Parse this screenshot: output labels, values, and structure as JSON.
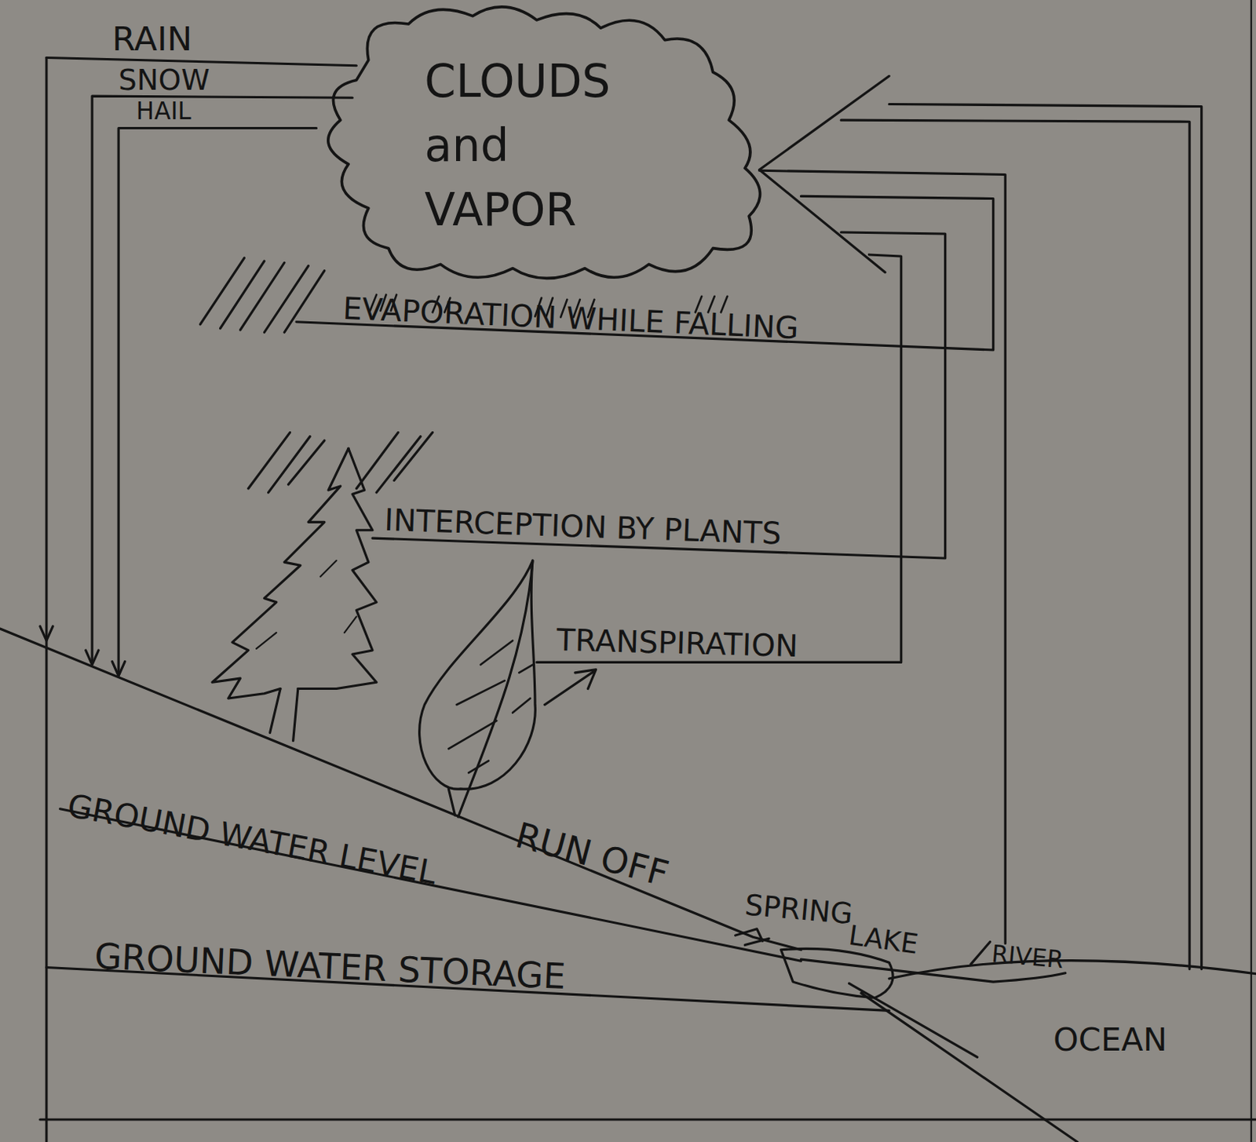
{
  "diagram": {
    "nodes": [
      {
        "text": [
          "CLOUDS and VAPOR"
        ]
      }
    ],
    "labels": [
      "RAIN",
      "SNOW",
      "HAIL",
      "EVAPORATION WHILE FALLING",
      "INTERCEPTION BY PLANTS",
      "TRANSPIRATION",
      "GROUND WATER LEVEL",
      "RUN OFF",
      "SPRING",
      "LAKE",
      "RIVER",
      "GROUND WATER STORAGE",
      "OCEAN"
    ]
  }
}
